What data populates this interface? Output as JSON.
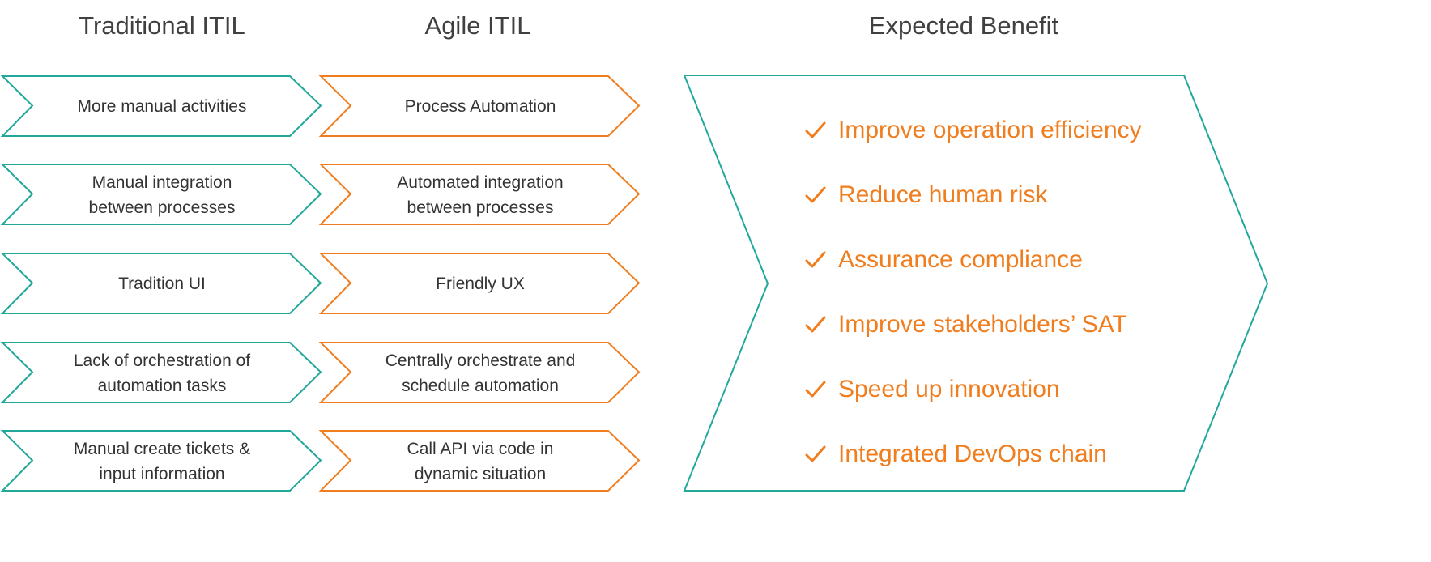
{
  "headings": {
    "traditional": "Traditional ITIL",
    "agile": "Agile ITIL",
    "benefit": "Expected Benefit"
  },
  "traditional_items": [
    "More manual activities",
    "Manual integration\nbetween processes",
    "Tradition UI",
    "Lack of orchestration of\nautomation tasks",
    "Manual create tickets &\ninput information"
  ],
  "agile_items": [
    "Process Automation",
    "Automated integration\nbetween processes",
    "Friendly UX",
    "Centrally orchestrate and\nschedule automation",
    "Call API via code in\ndynamic situation"
  ],
  "benefits": [
    "Improve operation efficiency",
    "Reduce human risk",
    "Assurance compliance",
    "Improve stakeholders’ SAT",
    "Speed up innovation",
    "Integrated DevOps chain"
  ],
  "icons": {
    "benefit_marker": "check-icon"
  },
  "colors": {
    "traditional_outline": "#21A89A",
    "agile_outline": "#F07D1E",
    "benefit_outline": "#21A89A",
    "benefit_text": "#F07D1E",
    "heading_text": "#404040",
    "body_text": "#333333"
  }
}
